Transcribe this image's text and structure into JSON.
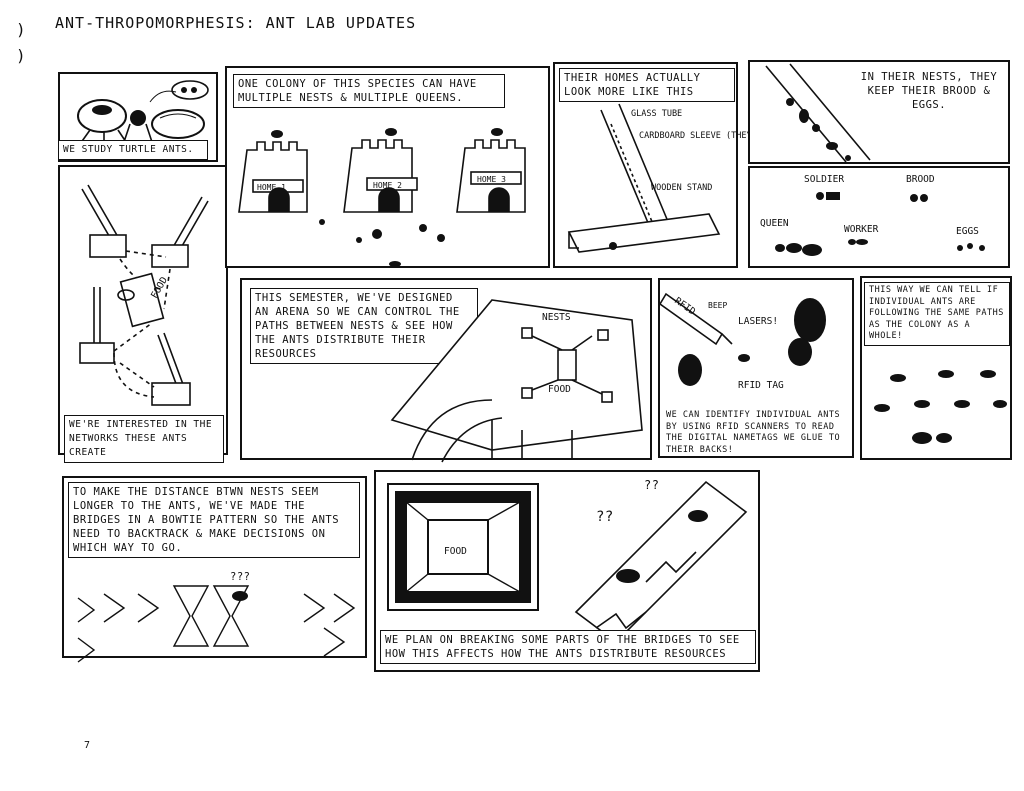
{
  "header": {
    "title": "ANT-THROPOMORPHESIS: ANT LAB UPDATES",
    "margin_marks": [
      ")",
      ")"
    ]
  },
  "panels": {
    "turtle_ants": {
      "caption": "WE STUDY TURTLE ANTS."
    },
    "networks": {
      "caption": "WE'RE INTERESTED IN THE NETWORKS THESE ANTS CREATE",
      "food_label": "FOOD"
    },
    "colony": {
      "caption": "ONE COLONY OF THIS SPECIES CAN HAVE MULTIPLE NESTS & MULTIPLE QUEENS.",
      "homes": [
        "HOME 1",
        "HOME 2",
        "HOME 3"
      ]
    },
    "homes": {
      "caption": "THEIR HOMES ACTUALLY LOOK MORE LIKE THIS",
      "labels": [
        "GLASS TUBE",
        "CARDBOARD SLEEVE (THEY LIKE IT DARK)",
        "WOODEN STAND"
      ]
    },
    "brood": {
      "caption": "IN THEIR NESTS, THEY KEEP THEIR BROOD & EGGS."
    },
    "castes": {
      "labels": [
        "SOLDIER",
        "BROOD",
        "QUEEN",
        "WORKER",
        "EGGS"
      ]
    },
    "arena": {
      "caption": "THIS SEMESTER, WE'VE DESIGNED AN ARENA SO WE CAN CONTROL THE PATHS BETWEEN NESTS & SEE HOW THE ANTS DISTRIBUTE THEIR RESOURCES",
      "labels": [
        "NESTS",
        "FOOD"
      ]
    },
    "rfid": {
      "caption": "WE CAN IDENTIFY INDIVIDUAL ANTS BY USING RFID SCANNERS TO READ THE DIGITAL NAMETAGS WE GLUE TO THEIR BACKS!",
      "labels": [
        "RFID",
        "BEEP",
        "LASERS!",
        "RFID TAG"
      ]
    },
    "paths": {
      "caption": "THIS WAY WE CAN TELL IF INDIVIDUAL ANTS ARE FOLLOWING THE SAME PATHS AS THE COLONY AS A WHOLE!"
    },
    "bowtie": {
      "caption": "TO MAKE THE DISTANCE BTWN NESTS SEEM LONGER TO THE ANTS, WE'VE MADE THE BRIDGES IN A BOWTIE PATTERN SO THE ANTS NEED TO BACKTRACK & MAKE DECISIONS ON WHICH WAY TO GO.",
      "thought": "???"
    },
    "breaking": {
      "caption": "WE PLAN ON BREAKING SOME PARTS OF THE BRIDGES TO SEE HOW THIS AFFECTS HOW THE ANTS DISTRIBUTE RESOURCES",
      "food_label": "FOOD",
      "thoughts": [
        "??",
        "??"
      ]
    }
  },
  "footer": {
    "page_mark": "7"
  }
}
